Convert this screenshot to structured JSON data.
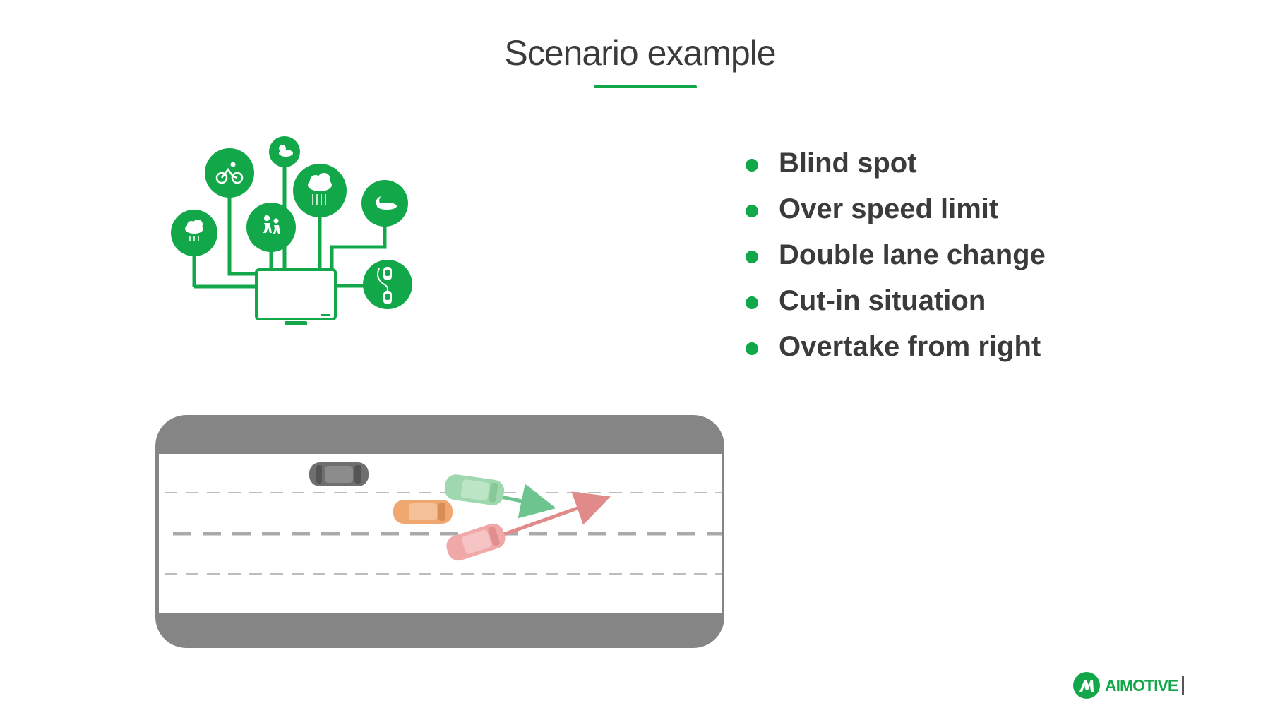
{
  "slide": {
    "title": "Scenario example"
  },
  "bullets": [
    "Blind spot",
    "Over speed limit",
    "Double lane change",
    "Cut-in situation",
    "Overtake from right"
  ],
  "icons": [
    "bicycle-icon",
    "sun-cloud-icon",
    "rain-cloud-icon",
    "moon-cloud-icon",
    "drizzle-cloud-icon",
    "pedestrians-icon",
    "lane-change-icon",
    "monitor-icon"
  ],
  "road": {
    "cars": [
      "gray-car",
      "green-car",
      "orange-car",
      "red-car"
    ]
  },
  "logo": {
    "text": "AIMOTIVE"
  },
  "colors": {
    "accent": "#12a84a",
    "text": "#3b3b3b",
    "road_edge": "#858585"
  }
}
